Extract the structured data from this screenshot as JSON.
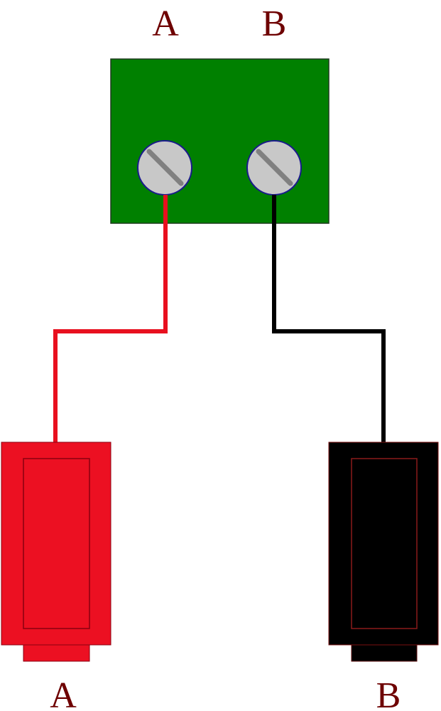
{
  "labels": {
    "top_a": "A",
    "top_b": "B",
    "bottom_a": "A",
    "bottom_b": "B"
  },
  "colors": {
    "terminal_block": "#008000",
    "screw": "#c8c8c8",
    "screw_outline": "#1a1a8c",
    "slot": "#808080",
    "wire_a": "#e8101f",
    "wire_b": "#000000",
    "plug_a": "#ec1022",
    "plug_b": "#000000",
    "label": "#6e0000"
  }
}
